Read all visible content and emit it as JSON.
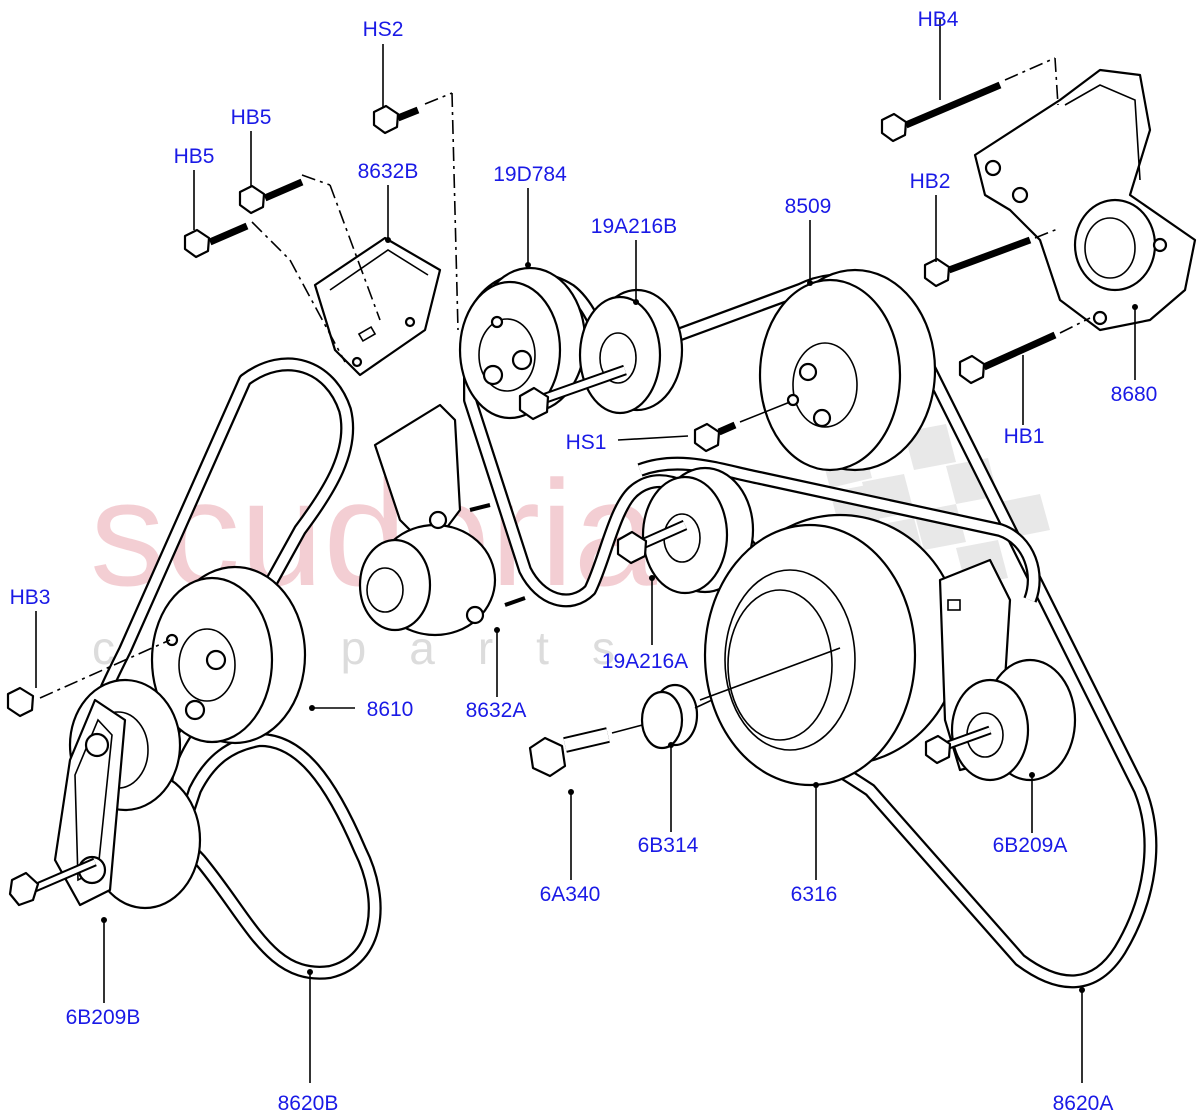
{
  "watermark": {
    "main": "scuderia",
    "sub": "car parts"
  },
  "labels": {
    "hs2": "HS2",
    "hb5_upper": "HB5",
    "hb5_lower": "HB5",
    "p8632b": "8632B",
    "p19d784": "19D784",
    "p19a216b": "19A216B",
    "p8509": "8509",
    "hb4": "HB4",
    "hb2": "HB2",
    "p8680": "8680",
    "hb1": "HB1",
    "hs1": "HS1",
    "hb3": "HB3",
    "p8610": "8610",
    "p8632a": "8632A",
    "p19a216a": "19A216A",
    "p6a340": "6A340",
    "p6b314": "6B314",
    "p6316": "6316",
    "p6b209a": "6B209A",
    "p6b209b": "6B209B",
    "p8620b": "8620B",
    "p8620a": "8620A"
  }
}
